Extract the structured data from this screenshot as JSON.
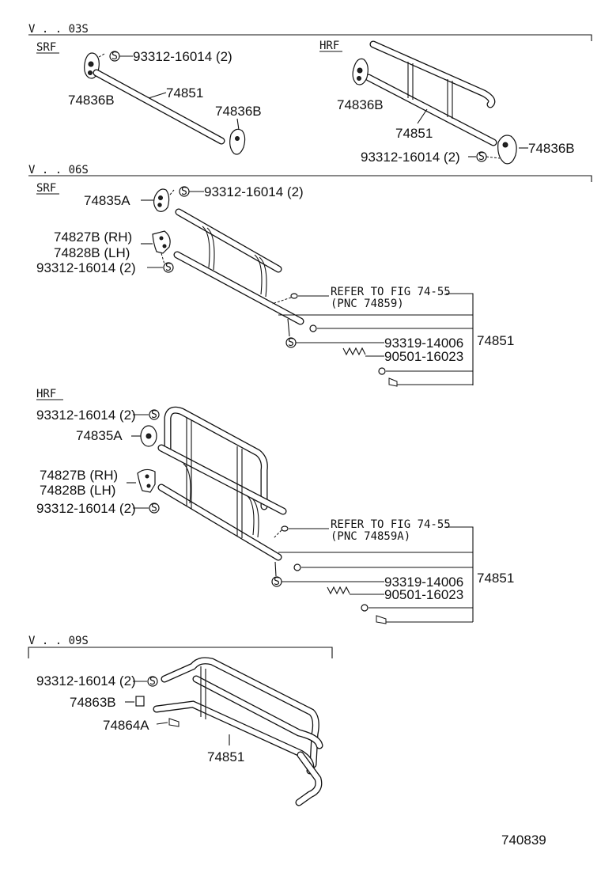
{
  "sections": {
    "s1": {
      "title": "V . . 03S",
      "srf": {
        "label": "SRF",
        "callouts": {
          "screw": "93312-16014 (2)",
          "rod": "74851",
          "bracket_left": "74836B",
          "bracket_right": "74836B"
        }
      },
      "hrf": {
        "label": "HRF",
        "callouts": {
          "bracket_left": "74836B",
          "rod": "74851",
          "screw": "93312-16014 (2)",
          "bracket_right": "74836B"
        }
      }
    },
    "s2": {
      "title": "V . . 06S",
      "srf": {
        "label": "SRF",
        "callouts": {
          "bracket": "74835A",
          "screw_top": "93312-16014 (2)",
          "hinge_rh": "74827B (RH)",
          "hinge_lh": "74828B (LH)",
          "screw_bottom": "93312-16014 (2)",
          "refer": "REFER TO FIG 74-55",
          "pnc": "(PNC 74859)",
          "bolt": "93319-14006",
          "spring": "90501-16023",
          "assy": "74851"
        }
      },
      "hrf": {
        "label": "HRF",
        "callouts": {
          "screw_top": "93312-16014 (2)",
          "bracket": "74835A",
          "hinge_rh": "74827B (RH)",
          "hinge_lh": "74828B (LH)",
          "screw_bottom": "93312-16014 (2)",
          "refer": "REFER TO FIG 74-55",
          "pnc": "(PNC 74859A)",
          "bolt": "93319-14006",
          "spring": "90501-16023",
          "assy": "74851"
        }
      }
    },
    "s3": {
      "title": "V . . 09S",
      "callouts": {
        "screw": "93312-16014 (2)",
        "bracket": "74863B",
        "bolt": "74864A",
        "assy": "74851"
      }
    }
  },
  "figure_number": "740839",
  "icons": {
    "screw_symbol": "S"
  }
}
